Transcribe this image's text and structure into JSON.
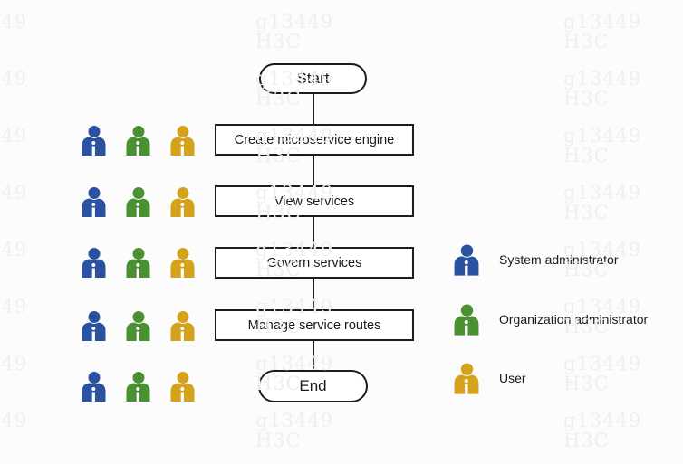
{
  "diagram": {
    "start_label": "Start",
    "steps": [
      "Create microservice engine",
      "View services",
      "Govern services",
      "Manage service routes"
    ],
    "end_label": "End"
  },
  "legend": {
    "items": [
      {
        "label": "System administrator",
        "color": "#2a52a0"
      },
      {
        "label": "Organization administrator",
        "color": "#4a9132"
      },
      {
        "label": "User",
        "color": "#d5a21c"
      }
    ]
  },
  "actor_rows": {
    "row_count": 5,
    "roles_per_row": [
      "System administrator",
      "Organization administrator",
      "User"
    ]
  },
  "watermark": {
    "line1": "g13449",
    "line2": "H3C",
    "color": "#efefef"
  },
  "colors": {
    "background": "#fcfcfc",
    "shape_fill": "#ffffff",
    "line": "#1c1c1c",
    "text": "#1a1a1a"
  }
}
